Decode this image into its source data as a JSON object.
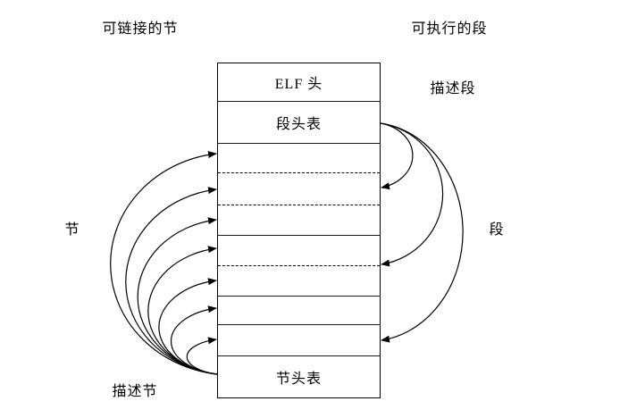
{
  "colors": {
    "background": "#ffffff",
    "line": "#000000",
    "text": "#000000"
  },
  "labels": {
    "top_left": "可链接的节",
    "top_right": "可执行的段",
    "describe_segment": "描述段",
    "section": "节",
    "segment": "段",
    "describe_section": "描述节"
  },
  "elf_box": {
    "rows": [
      {
        "label": "ELF 头",
        "divider": "solid"
      },
      {
        "label": "段头表",
        "divider": "solid"
      },
      {
        "label": "",
        "divider": "dashed"
      },
      {
        "label": "",
        "divider": "dashed"
      },
      {
        "label": "",
        "divider": "solid"
      },
      {
        "label": "",
        "divider": "dashed"
      },
      {
        "label": "",
        "divider": "solid"
      },
      {
        "label": "",
        "divider": "solid"
      },
      {
        "label": "",
        "divider": "solid"
      },
      {
        "label": "节头表",
        "divider": "none"
      }
    ]
  },
  "arrows": {
    "section_arrow_count": 7,
    "segment_arrow_count": 3,
    "section_arrows_from": "节头表",
    "segment_arrows_from": "段头表"
  }
}
